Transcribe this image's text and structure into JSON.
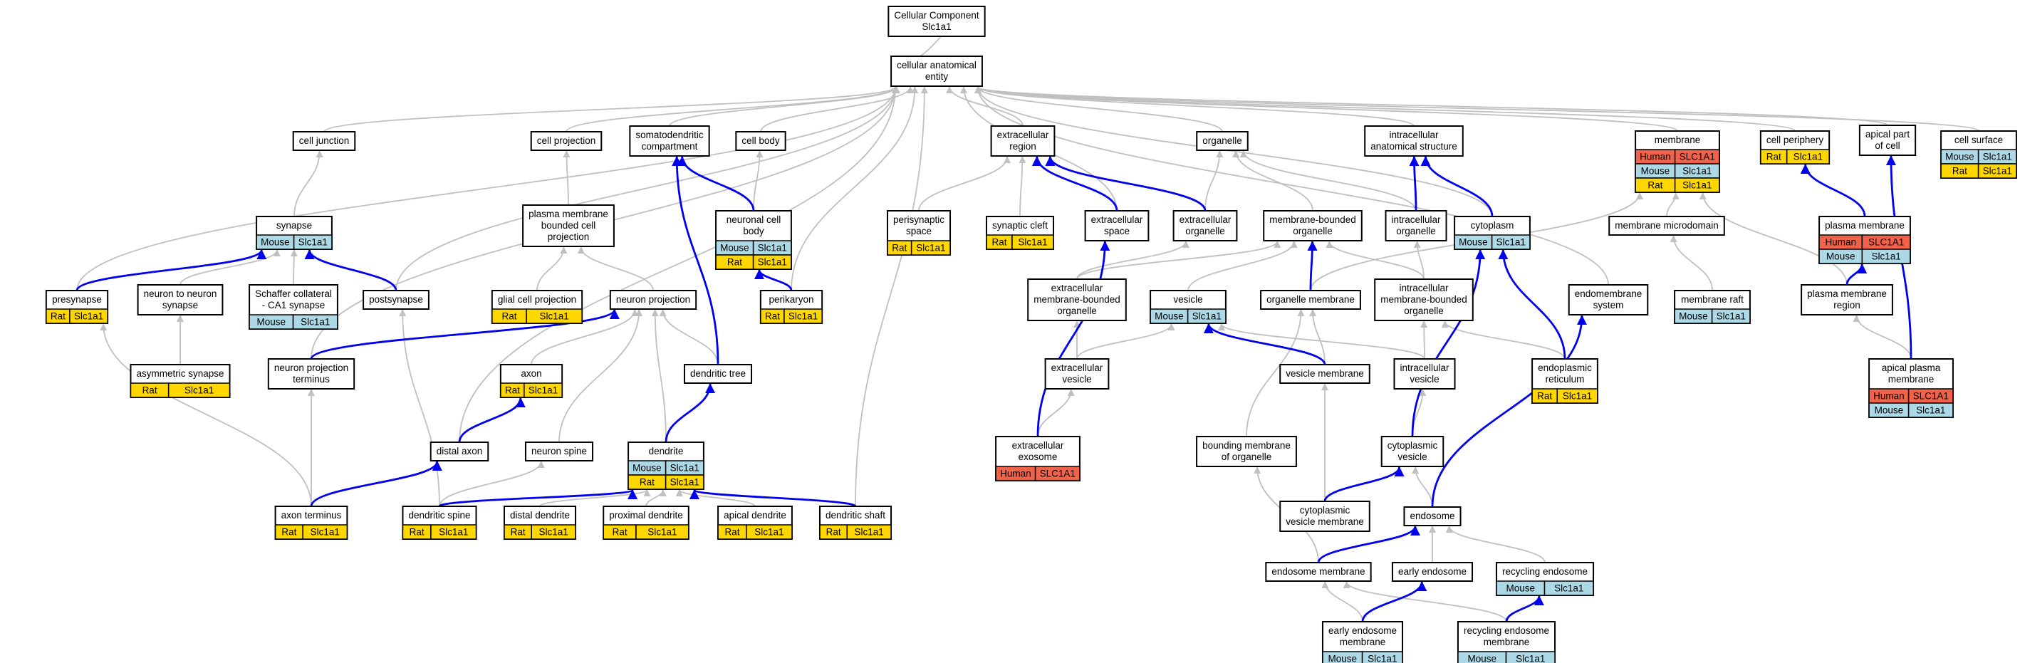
{
  "colors": {
    "human": "#f0624a",
    "mouse": "#add8e6",
    "rat": "#ffd700",
    "edge_is_a": "#c0c0c0",
    "edge_part_of": "#0000ee"
  },
  "nodes": {
    "root": {
      "lines": [
        "Cellular Component",
        "Slc1a1"
      ]
    },
    "cae": {
      "lines": [
        "cellular anatomical",
        "entity"
      ]
    },
    "cell_junction": {
      "lines": [
        "cell junction"
      ]
    },
    "cell_projection": {
      "lines": [
        "cell projection"
      ]
    },
    "somatodendritic": {
      "lines": [
        "somatodendritic",
        "compartment"
      ]
    },
    "cell_body": {
      "lines": [
        "cell body"
      ]
    },
    "extracellular_region": {
      "lines": [
        "extracellular",
        "region"
      ]
    },
    "organelle": {
      "lines": [
        "organelle"
      ]
    },
    "intracellular_anat": {
      "lines": [
        "intracellular",
        "anatomical structure"
      ]
    },
    "membrane": {
      "lines": [
        "membrane"
      ],
      "orgs": [
        [
          "Human",
          "SLC1A1"
        ],
        [
          "Mouse",
          "Slc1a1"
        ],
        [
          "Rat",
          "Slc1a1"
        ]
      ]
    },
    "cell_periphery": {
      "lines": [
        "cell periphery"
      ],
      "orgs": [
        [
          "Rat",
          "Slc1a1"
        ]
      ]
    },
    "apical_part": {
      "lines": [
        "apical part",
        "of cell"
      ]
    },
    "cell_surface": {
      "lines": [
        "cell surface"
      ],
      "orgs": [
        [
          "Mouse",
          "Slc1a1"
        ],
        [
          "Rat",
          "Slc1a1"
        ]
      ]
    },
    "synapse": {
      "lines": [
        "synapse"
      ],
      "orgs": [
        [
          "Mouse",
          "Slc1a1"
        ]
      ]
    },
    "pm_bounded_proj": {
      "lines": [
        "plasma membrane",
        "bounded cell",
        "projection"
      ]
    },
    "neuronal_cell_body": {
      "lines": [
        "neuronal cell",
        "body"
      ],
      "orgs": [
        [
          "Mouse",
          "Slc1a1"
        ],
        [
          "Rat",
          "Slc1a1"
        ]
      ]
    },
    "perisynaptic_space": {
      "lines": [
        "perisynaptic",
        "space"
      ],
      "orgs": [
        [
          "Rat",
          "Slc1a1"
        ]
      ]
    },
    "synaptic_cleft": {
      "lines": [
        "synaptic cleft"
      ],
      "orgs": [
        [
          "Rat",
          "Slc1a1"
        ]
      ]
    },
    "extracellular_space": {
      "lines": [
        "extracellular",
        "space"
      ]
    },
    "extracellular_organelle": {
      "lines": [
        "extracellular",
        "organelle"
      ]
    },
    "mb_organelle": {
      "lines": [
        "membrane-bounded",
        "organelle"
      ]
    },
    "intracellular_organelle": {
      "lines": [
        "intracellular",
        "organelle"
      ]
    },
    "cytoplasm": {
      "lines": [
        "cytoplasm"
      ],
      "orgs": [
        [
          "Mouse",
          "Slc1a1"
        ]
      ]
    },
    "membrane_microdomain": {
      "lines": [
        "membrane microdomain"
      ]
    },
    "plasma_membrane": {
      "lines": [
        "plasma membrane"
      ],
      "orgs": [
        [
          "Human",
          "SLC1A1"
        ],
        [
          "Mouse",
          "Slc1a1"
        ]
      ]
    },
    "presynapse": {
      "lines": [
        "presynapse"
      ],
      "orgs": [
        [
          "Rat",
          "Slc1a1"
        ]
      ]
    },
    "neuron_to_neuron": {
      "lines": [
        "neuron to neuron",
        "synapse"
      ]
    },
    "schaffer": {
      "lines": [
        "Schaffer collateral",
        "- CA1 synapse"
      ],
      "orgs": [
        [
          "Mouse",
          "Slc1a1"
        ]
      ]
    },
    "postsynapse": {
      "lines": [
        "postsynapse"
      ]
    },
    "glial_cell_projection": {
      "lines": [
        "glial cell projection"
      ],
      "orgs": [
        [
          "Rat",
          "Slc1a1"
        ]
      ]
    },
    "neuron_projection": {
      "lines": [
        "neuron projection"
      ]
    },
    "perikaryon": {
      "lines": [
        "perikaryon"
      ],
      "orgs": [
        [
          "Rat",
          "Slc1a1"
        ]
      ]
    },
    "ec_mb_organelle": {
      "lines": [
        "extracellular",
        "membrane-bounded",
        "organelle"
      ]
    },
    "vesicle": {
      "lines": [
        "vesicle"
      ],
      "orgs": [
        [
          "Mouse",
          "Slc1a1"
        ]
      ]
    },
    "organelle_membrane": {
      "lines": [
        "organelle membrane"
      ]
    },
    "ic_mb_organelle": {
      "lines": [
        "intracellular",
        "membrane-bounded",
        "organelle"
      ]
    },
    "endomembrane_system": {
      "lines": [
        "endomembrane",
        "system"
      ]
    },
    "membrane_raft": {
      "lines": [
        "membrane raft"
      ],
      "orgs": [
        [
          "Mouse",
          "Slc1a1"
        ]
      ]
    },
    "pm_region": {
      "lines": [
        "plasma membrane",
        "region"
      ]
    },
    "asymmetric_synapse": {
      "lines": [
        "asymmetric synapse"
      ],
      "orgs": [
        [
          "Rat",
          "Slc1a1"
        ]
      ]
    },
    "npt": {
      "lines": [
        "neuron projection",
        "terminus"
      ]
    },
    "axon": {
      "lines": [
        "axon"
      ],
      "orgs": [
        [
          "Rat",
          "Slc1a1"
        ]
      ]
    },
    "dendritic_tree": {
      "lines": [
        "dendritic tree"
      ]
    },
    "extracellular_vesicle": {
      "lines": [
        "extracellular",
        "vesicle"
      ]
    },
    "vesicle_membrane": {
      "lines": [
        "vesicle membrane"
      ]
    },
    "intracellular_vesicle": {
      "lines": [
        "intracellular",
        "vesicle"
      ]
    },
    "er": {
      "lines": [
        "endoplasmic",
        "reticulum"
      ],
      "orgs": [
        [
          "Rat",
          "Slc1a1"
        ]
      ]
    },
    "apical_pm": {
      "lines": [
        "apical plasma",
        "membrane"
      ],
      "orgs": [
        [
          "Human",
          "SLC1A1"
        ],
        [
          "Mouse",
          "Slc1a1"
        ]
      ]
    },
    "distal_axon": {
      "lines": [
        "distal axon"
      ]
    },
    "neuron_spine": {
      "lines": [
        "neuron spine"
      ]
    },
    "dendrite": {
      "lines": [
        "dendrite"
      ],
      "orgs": [
        [
          "Mouse",
          "Slc1a1"
        ],
        [
          "Rat",
          "Slc1a1"
        ]
      ]
    },
    "ec_exosome": {
      "lines": [
        "extracellular",
        "exosome"
      ],
      "orgs": [
        [
          "Human",
          "SLC1A1"
        ]
      ]
    },
    "bounding_membrane": {
      "lines": [
        "bounding membrane",
        "of organelle"
      ]
    },
    "cytoplasmic_vesicle": {
      "lines": [
        "cytoplasmic",
        "vesicle"
      ]
    },
    "axon_terminus": {
      "lines": [
        "axon terminus"
      ],
      "orgs": [
        [
          "Rat",
          "Slc1a1"
        ]
      ]
    },
    "dendritic_spine": {
      "lines": [
        "dendritic spine"
      ],
      "orgs": [
        [
          "Rat",
          "Slc1a1"
        ]
      ]
    },
    "distal_dendrite": {
      "lines": [
        "distal dendrite"
      ],
      "orgs": [
        [
          "Rat",
          "Slc1a1"
        ]
      ]
    },
    "proximal_dendrite": {
      "lines": [
        "proximal dendrite"
      ],
      "orgs": [
        [
          "Rat",
          "Slc1a1"
        ]
      ]
    },
    "apical_dendrite": {
      "lines": [
        "apical dendrite"
      ],
      "orgs": [
        [
          "Rat",
          "Slc1a1"
        ]
      ]
    },
    "dendritic_shaft": {
      "lines": [
        "dendritic shaft"
      ],
      "orgs": [
        [
          "Rat",
          "Slc1a1"
        ]
      ]
    },
    "cv_membrane": {
      "lines": [
        "cytoplasmic",
        "vesicle membrane"
      ]
    },
    "endosome": {
      "lines": [
        "endosome"
      ]
    },
    "endosome_membrane": {
      "lines": [
        "endosome membrane"
      ]
    },
    "early_endosome": {
      "lines": [
        "early endosome"
      ]
    },
    "recycling_endosome": {
      "lines": [
        "recycling endosome"
      ],
      "orgs": [
        [
          "Mouse",
          "Slc1a1"
        ]
      ]
    },
    "ee_membrane": {
      "lines": [
        "early endosome",
        "membrane"
      ],
      "orgs": [
        [
          "Mouse",
          "Slc1a1"
        ]
      ]
    },
    "re_membrane": {
      "lines": [
        "recycling endosome",
        "membrane"
      ],
      "orgs": [
        [
          "Mouse",
          "Slc1a1"
        ]
      ]
    }
  }
}
